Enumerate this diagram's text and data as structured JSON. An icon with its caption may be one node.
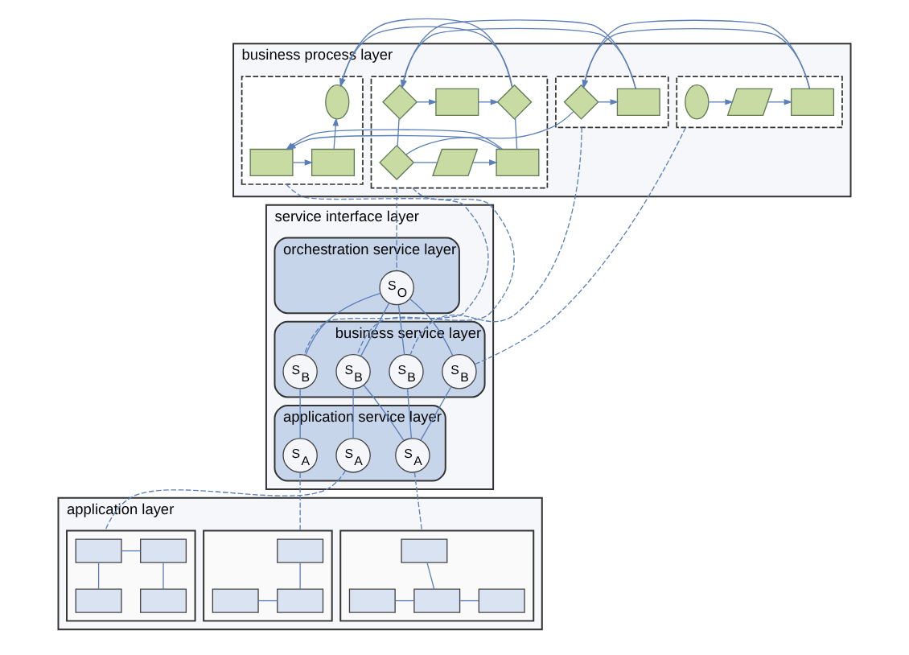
{
  "diagram": {
    "nodes": [
      {
        "text": [
          "business process layer"
        ]
      },
      {
        "text": [],
        "shape": "box",
        "in": 0
      },
      {
        "text": [],
        "shape": "ellipse",
        "in": 1
      },
      {
        "text": [],
        "shape": "parallelogram",
        "in": 1
      },
      {
        "text": [],
        "shape": "box",
        "in": 1
      },
      {
        "text": [],
        "shape": "box",
        "in": 0
      },
      {
        "text": [],
        "shape": "diamond",
        "in": 5
      },
      {
        "text": [],
        "shape": "box",
        "in": 5
      },
      {
        "text": [],
        "shape": "box",
        "in": 0
      },
      {
        "text": [],
        "shape": "diamond",
        "in": 8
      },
      {
        "text": [],
        "shape": "parallelogram",
        "in": 8
      },
      {
        "text": [],
        "shape": "box",
        "in": 8
      },
      {
        "text": [],
        "shape": "diamond",
        "in": 8
      },
      {
        "text": [],
        "shape": "box",
        "in": 8
      },
      {
        "text": [],
        "shape": "diamond",
        "in": 8
      },
      {
        "text": [],
        "shape": "box",
        "in": 0
      },
      {
        "text": [],
        "shape": "box",
        "in": 15
      },
      {
        "text": [],
        "shape": "box",
        "in": 15
      },
      {
        "text": [],
        "shape": "ellipse",
        "in": 15
      },
      {
        "text": [
          "service interface layer"
        ]
      },
      {
        "text": [
          "orchestration service layer"
        ],
        "in": 19
      },
      {
        "text": [
          "business service layer"
        ],
        "in": 19
      },
      {
        "text": [
          "application service layer"
        ],
        "in": 19
      },
      {
        "text": [
          "S$_{O}$"
        ],
        "in": 20
      },
      {
        "text": [
          "S$_{B}$"
        ],
        "in": 21
      },
      {
        "text": [
          "S$_{B}$"
        ],
        "in": 21
      },
      {
        "text": [
          "S$_{B}$"
        ],
        "in": 21
      },
      {
        "text": [
          "S$_{B}$"
        ],
        "in": 21
      },
      {
        "text": [
          "S$_{A}$"
        ],
        "in": 22
      },
      {
        "text": [
          "S$_{A}$"
        ],
        "in": 22
      },
      {
        "text": [
          "S$_{A}$"
        ],
        "in": 22
      },
      {
        "text": [
          "application layer"
        ]
      },
      {
        "text": [],
        "shape": "box",
        "in": 31
      },
      {
        "text": [],
        "shape": "box",
        "in": 31
      },
      {
        "text": [],
        "shape": "box",
        "in": 31
      },
      {
        "text": [],
        "shape": "box",
        "in": 32
      },
      {
        "text": [],
        "shape": "box",
        "in": 32
      },
      {
        "text": [],
        "shape": "box",
        "in": 32
      },
      {
        "text": [],
        "shape": "box",
        "in": 32
      },
      {
        "text": [],
        "shape": "box",
        "in": 33
      },
      {
        "text": [],
        "shape": "box",
        "in": 33
      },
      {
        "text": [],
        "shape": "box",
        "in": 33
      },
      {
        "text": [],
        "shape": "box",
        "in": 33
      },
      {
        "text": [],
        "shape": "box",
        "in": 34
      },
      {
        "text": [],
        "shape": "box",
        "in": 34
      },
      {
        "text": [],
        "shape": "box",
        "in": 34
      }
    ],
    "edges": [
      {
        "from": 2,
        "to": 3,
        "arrow": "to"
      },
      {
        "from": 3,
        "to": 4,
        "arrow": "to"
      },
      {
        "from": 4,
        "to": 6,
        "arrow": "to"
      },
      {
        "from": 6,
        "to": 7,
        "arrow": "to"
      },
      {
        "from": 7,
        "to": 12,
        "arrow": "to"
      },
      {
        "from": 12,
        "to": 13,
        "arrow": "to"
      },
      {
        "from": 13,
        "to": 14,
        "arrow": "to"
      },
      {
        "from": 14,
        "to": 18,
        "arrow": "to"
      },
      {
        "from": 6,
        "to": 9,
        "arrow": "none"
      },
      {
        "from": 9,
        "to": 10,
        "arrow": "none"
      },
      {
        "from": 10,
        "to": 11,
        "arrow": "to"
      },
      {
        "from": 11,
        "to": 16,
        "arrow": "to"
      },
      {
        "from": 16,
        "to": 17,
        "arrow": "to"
      },
      {
        "from": 17,
        "to": 18,
        "arrow": "to"
      },
      {
        "from": 9,
        "to": 12,
        "arrow": "none"
      },
      {
        "from": 14,
        "to": 11,
        "arrow": "none"
      },
      {
        "from": 1,
        "to": 24,
        "arrow": "none",
        "style": "dashed"
      },
      {
        "from": 5,
        "to": 25,
        "arrow": "none",
        "style": "dashed"
      },
      {
        "from": 8,
        "to": 23,
        "arrow": "none",
        "style": "dashed"
      },
      {
        "from": 8,
        "to": 26,
        "arrow": "none",
        "style": "dashed"
      },
      {
        "from": 15,
        "to": 27,
        "arrow": "none",
        "style": "dashed"
      },
      {
        "from": 23,
        "to": 24,
        "arrow": "none"
      },
      {
        "from": 23,
        "to": 25,
        "arrow": "none"
      },
      {
        "from": 23,
        "to": 26,
        "arrow": "none"
      },
      {
        "from": 23,
        "to": 27,
        "arrow": "none"
      },
      {
        "from": 24,
        "to": 28,
        "arrow": "none"
      },
      {
        "from": 25,
        "to": 28,
        "arrow": "none"
      },
      {
        "from": 26,
        "to": 28,
        "arrow": "none"
      },
      {
        "from": 26,
        "to": 29,
        "arrow": "none"
      },
      {
        "from": 27,
        "to": 30,
        "arrow": "none"
      },
      {
        "from": 28,
        "to": 32,
        "arrow": "none",
        "style": "dashed"
      },
      {
        "from": 29,
        "to": 33,
        "arrow": "none",
        "style": "dashed"
      },
      {
        "from": 30,
        "to": 34,
        "arrow": "none",
        "style": "dashed"
      },
      {
        "from": 35,
        "to": 37,
        "arrow": "none"
      },
      {
        "from": 36,
        "to": 37,
        "arrow": "none"
      },
      {
        "from": 37,
        "to": 38,
        "arrow": "none"
      },
      {
        "from": 39,
        "to": 40,
        "arrow": "none"
      },
      {
        "from": 39,
        "to": 41,
        "arrow": "none"
      },
      {
        "from": 40,
        "to": 42,
        "arrow": "none"
      },
      {
        "from": 43,
        "to": 45,
        "arrow": "none"
      },
      {
        "from": 44,
        "to": 45,
        "arrow": "none"
      }
    ]
  }
}
